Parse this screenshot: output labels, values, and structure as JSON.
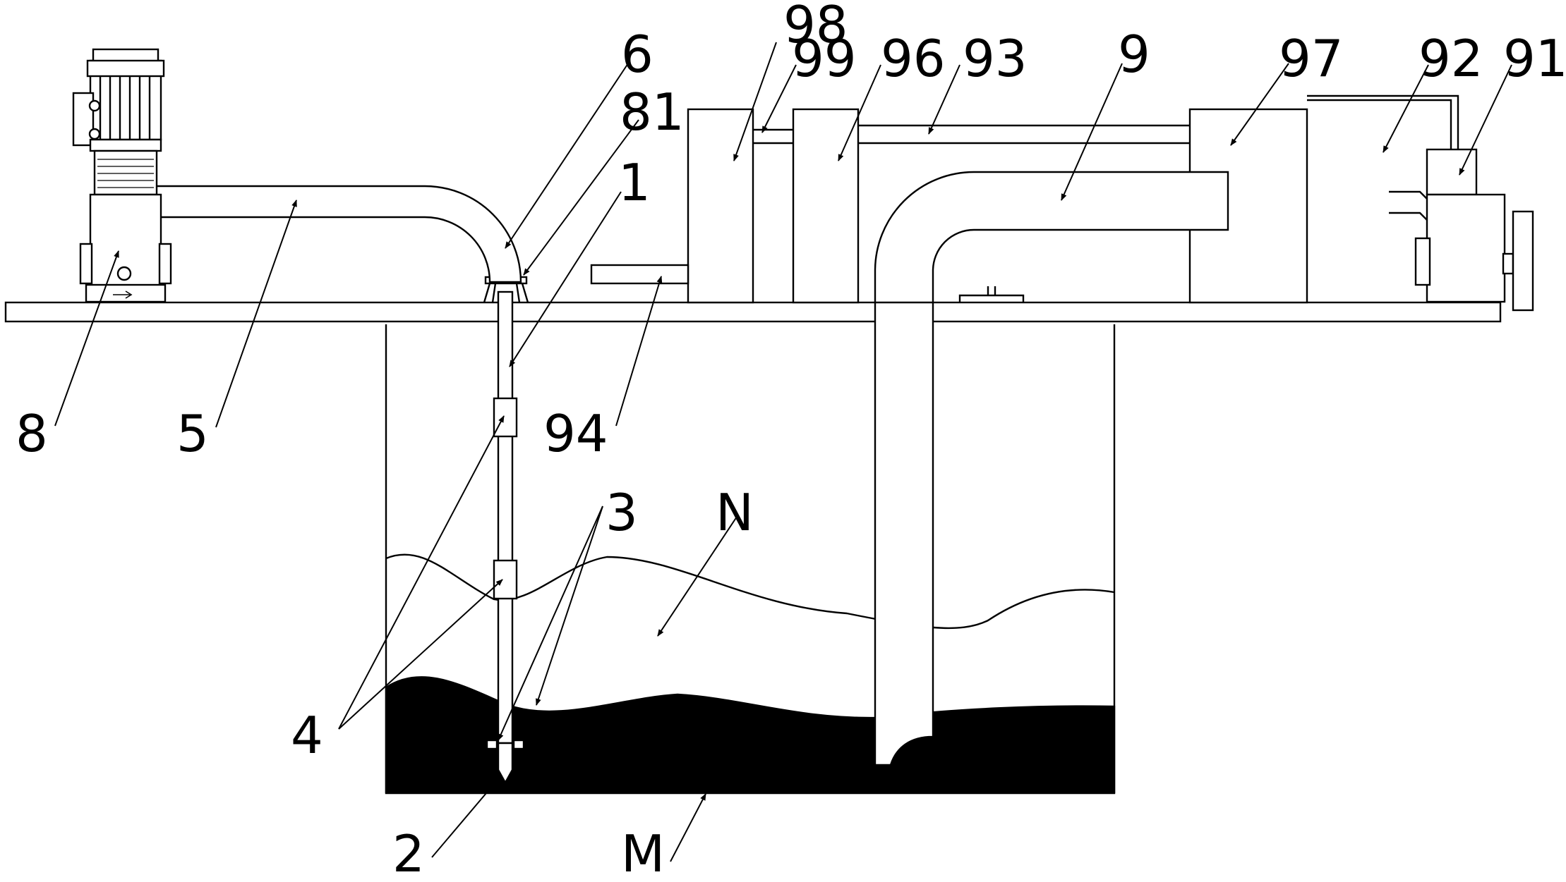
{
  "labels": {
    "l8": "8",
    "l5": "5",
    "l6": "6",
    "l81": "81",
    "l1": "1",
    "l98": "98",
    "l99": "99",
    "l96": "96",
    "l93": "93",
    "l9": "9",
    "l97": "97",
    "l92": "92",
    "l91": "91",
    "l94": "94",
    "l3": "3",
    "lN": "N",
    "l4": "4",
    "l2": "2",
    "lM": "M"
  }
}
